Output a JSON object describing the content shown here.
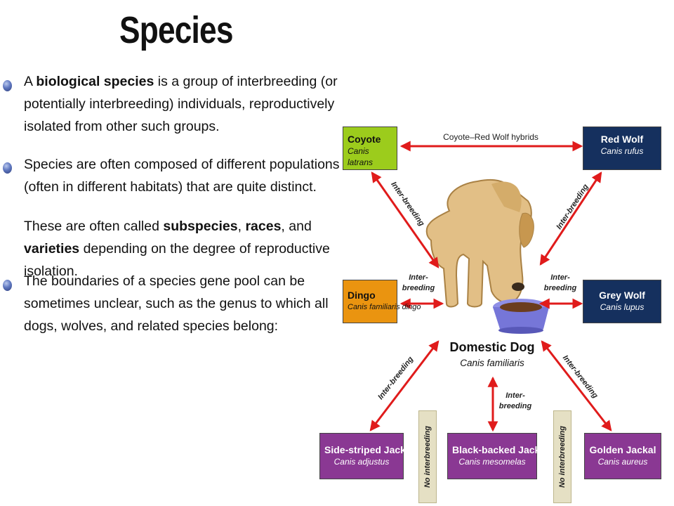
{
  "slide": {
    "title": "Species",
    "bullets": [
      {
        "parts": [
          {
            "text": "A ",
            "bold": false
          },
          {
            "text": "biological species",
            "bold": true
          },
          {
            "text": " is a group of interbreeding (or potentially interbreeding) individuals, reproductively isolated from other such groups.",
            "bold": false
          }
        ]
      },
      {
        "parts": [
          {
            "text": "Species are often composed of different populations (often in different habitats) that are quite distinct.",
            "bold": false
          }
        ]
      },
      {
        "parts": [
          {
            "text": "The boundaries of a species gene pool can be sometimes unclear, such as the genus to which all dogs, wolves, and related species belong:",
            "bold": false
          }
        ]
      }
    ],
    "sub_paragraph": {
      "parts": [
        {
          "text": "These are often called ",
          "bold": false
        },
        {
          "text": "subspecies",
          "bold": true
        },
        {
          "text": ", ",
          "bold": false
        },
        {
          "text": "races",
          "bold": true
        },
        {
          "text": ", and ",
          "bold": false
        },
        {
          "text": "varieties",
          "bold": true
        },
        {
          "text": " depending on the degree of reproductive isolation.",
          "bold": false
        }
      ]
    }
  },
  "diagram": {
    "center": {
      "common": "Domestic Dog",
      "scientific": "Canis familiaris"
    },
    "species": {
      "coyote": {
        "common": "Coyote",
        "scientific": "Canis latrans",
        "color": "#9ccc1c"
      },
      "red_wolf": {
        "common": "Red Wolf",
        "scientific": "Canis rufus",
        "color": "#15305e"
      },
      "dingo": {
        "common": "Dingo",
        "scientific": "Canis familiaris dingo",
        "color": "#ea9410"
      },
      "grey_wolf": {
        "common": "Grey Wolf",
        "scientific": "Canis lupus",
        "color": "#15305e"
      },
      "side_striped_jackal": {
        "common": "Side-striped Jackal",
        "scientific": "Canis adjustus",
        "color": "#8a3893"
      },
      "black_backed_jackal": {
        "common": "Black-backed Jackal",
        "scientific": "Canis mesomelas",
        "color": "#8a3893"
      },
      "golden_jackal": {
        "common": "Golden Jackal",
        "scientific": "Canis aureus",
        "color": "#8a3893"
      }
    },
    "labels": {
      "hybrids": "Coyote–Red Wolf hybrids",
      "inter_breeding": "Inter-breeding",
      "inter_line1": "Inter-",
      "inter_line2": "breeding",
      "no_interbreeding": "No interbreeding"
    },
    "arrow_color": "#e01b1b"
  }
}
